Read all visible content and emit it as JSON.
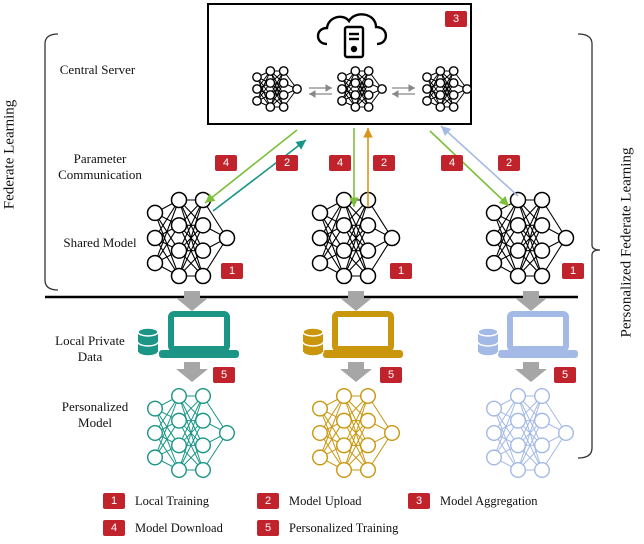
{
  "labels": {
    "central_server": "Central Server",
    "parameter_communication_1": "Parameter",
    "parameter_communication_2": "Communication",
    "shared_model": "Shared Model",
    "local_private_data_1": "Local Private",
    "local_private_data_2": "Data",
    "personalized_model_1": "Personalized",
    "personalized_model_2": "Model",
    "federate_learning": "Federate  Learning",
    "personalized_federate_learning": "Personalized Federate Learning"
  },
  "badges": {
    "local_training": "1",
    "model_upload": "2",
    "model_aggregation": "3",
    "model_download": "4",
    "personalized_training": "5"
  },
  "legend": [
    {
      "num": "1",
      "text": "Local Training"
    },
    {
      "num": "2",
      "text": "Model Upload"
    },
    {
      "num": "3",
      "text": "Model Aggregation"
    },
    {
      "num": "4",
      "text": "Model Download"
    },
    {
      "num": "5",
      "text": "Personalized Training"
    }
  ],
  "colors": {
    "badge": "#c0232c",
    "client1": "#1a9586",
    "client2": "#c9960c",
    "client3": "#a3b9e6",
    "download_arrow": "#7cbf3a",
    "upload_arrow_client1": "#1a9586",
    "upload_arrow_client2": "#d9951a",
    "upload_arrow_client3": "#a3b9e6",
    "process_arrow": "#a6a6a6"
  },
  "icons": [
    "cloud-server-icon",
    "database-icon",
    "laptop-icon",
    "neural-network-icon"
  ]
}
